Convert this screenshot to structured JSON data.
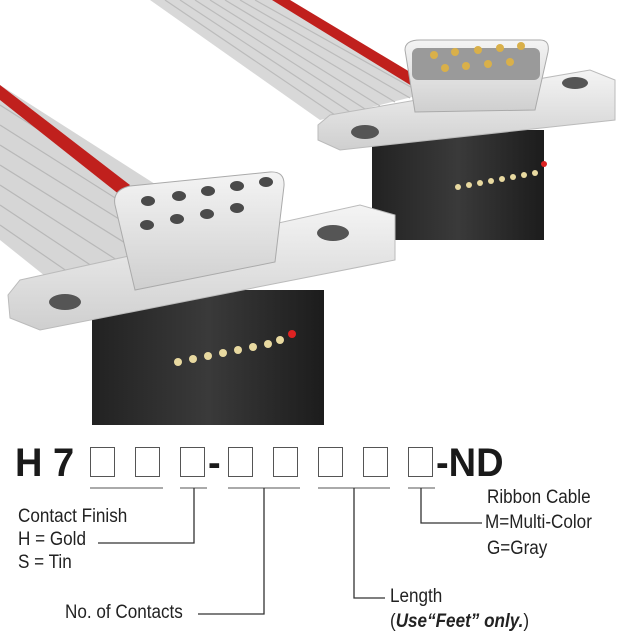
{
  "part_number": {
    "prefix": "H 7",
    "dash": "-",
    "suffix": "-ND",
    "placeholder_count": 8
  },
  "callouts": {
    "contact_finish": {
      "title": "Contact Finish",
      "lines": [
        "H = Gold",
        "S = Tin"
      ]
    },
    "contacts": {
      "title": "No. of Contacts"
    },
    "length": {
      "title": "Length",
      "note_open": "(",
      "note_bold": "Use“Feet” only.",
      "note_close": ")"
    },
    "ribbon": {
      "title": "Ribbon Cable",
      "lines": [
        "M=Multi-Color",
        "G=Gray"
      ]
    }
  },
  "colors": {
    "cable": "#d9d9d9",
    "stripe": "#c0201d",
    "housing": "#2e2e2e",
    "shell": "#e8e8e8"
  }
}
